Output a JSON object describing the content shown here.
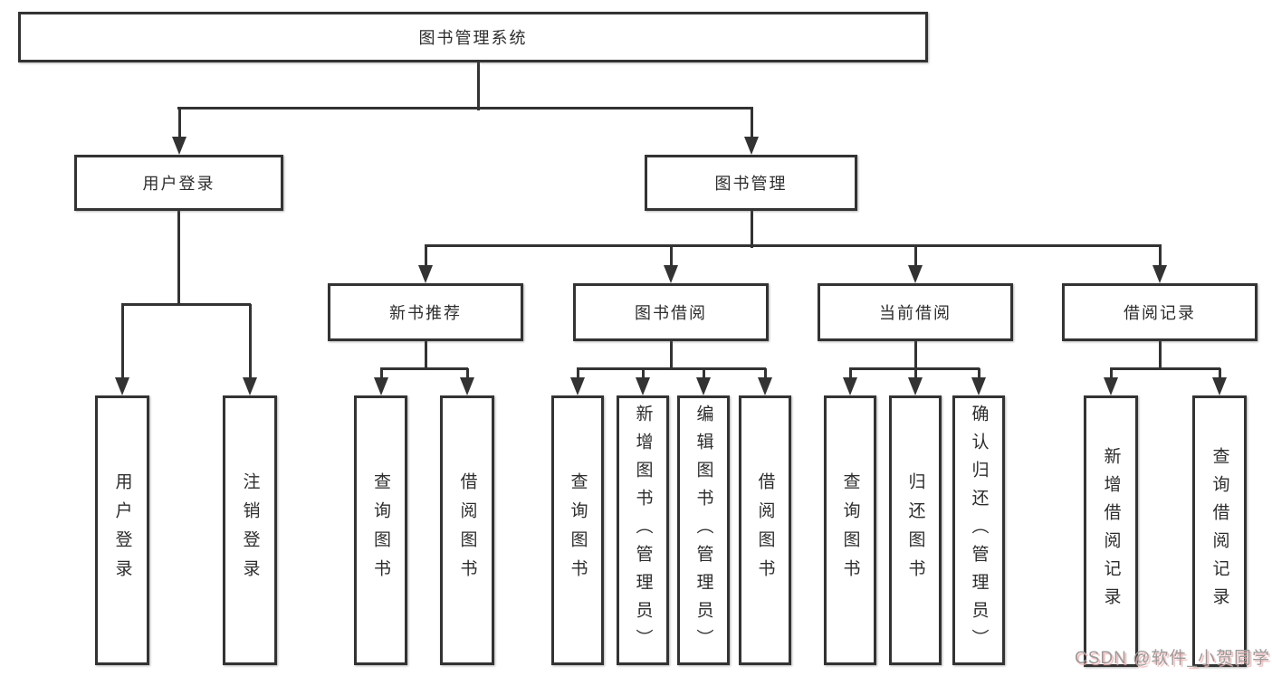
{
  "tree": {
    "root": {
      "label": "图书管理系统",
      "children": [
        {
          "label": "用户登录",
          "children": [
            {
              "label": "用户登录"
            },
            {
              "label": "注销登录"
            }
          ]
        },
        {
          "label": "图书管理",
          "children": [
            {
              "label": "新书推荐",
              "children": [
                {
                  "label": "查询图书"
                },
                {
                  "label": "借阅图书"
                }
              ]
            },
            {
              "label": "图书借阅",
              "children": [
                {
                  "label": "查询图书"
                },
                {
                  "label": "新增图书（管理员）"
                },
                {
                  "label": "编辑图书（管理员）"
                },
                {
                  "label": "借阅图书"
                }
              ]
            },
            {
              "label": "当前借阅",
              "children": [
                {
                  "label": "查询图书"
                },
                {
                  "label": "归还图书"
                },
                {
                  "label": "确认归还（管理员）"
                }
              ]
            },
            {
              "label": "借阅记录",
              "children": [
                {
                  "label": "新增借阅记录"
                },
                {
                  "label": "查询借阅记录"
                }
              ]
            }
          ]
        }
      ]
    }
  },
  "watermark": {
    "text": "CSDN @软件_小贺同学"
  },
  "colors": {
    "line": "#333333",
    "text": "#2d2d2d",
    "background": "#ffffff",
    "watermark_text": "#9b9b9b",
    "watermark_shadow": "#f2b8b8"
  }
}
